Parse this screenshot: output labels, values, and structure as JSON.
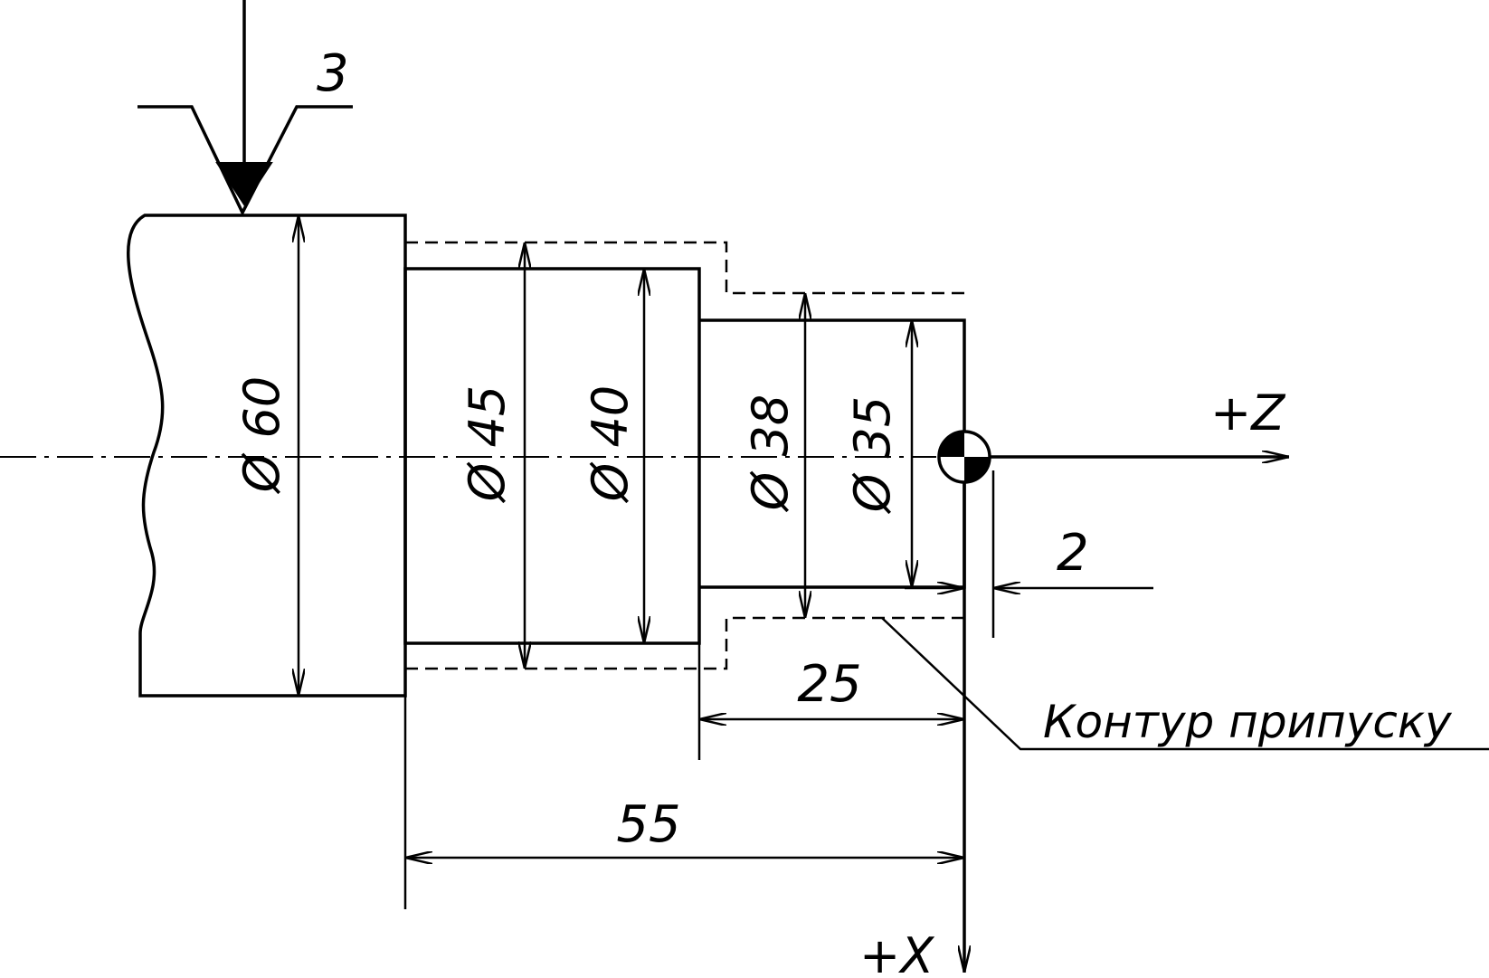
{
  "labels": {
    "surface_note": "3",
    "dia_60": "Ø 60",
    "dia_45": "Ø 45",
    "dia_40": "Ø 40",
    "dia_38": "Ø 38",
    "dia_35": "Ø 35",
    "axis_z": "+Z",
    "axis_x": "+X",
    "dim_2": "2",
    "dim_25": "25",
    "dim_55": "55",
    "allowance": "Контур припуску"
  },
  "colors": {
    "line": "#000000",
    "background": "#ffffff"
  },
  "icons": {
    "origin": "workpiece-zero-point-icon",
    "surface": "surface-roughness-symbol-icon"
  }
}
